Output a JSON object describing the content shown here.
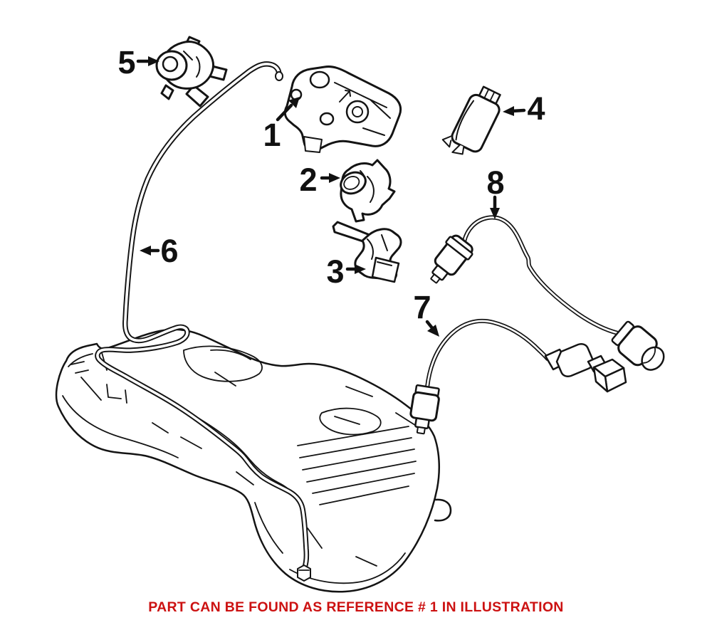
{
  "page": {
    "background": "#ffffff"
  },
  "caption": {
    "text": "PART CAN BE FOUND AS REFERENCE # 1 IN ILLUSTRATION",
    "color": "#CC1111"
  },
  "diagram": {
    "type": "auto-parts-line-illustration",
    "colors": {
      "line": "#141414",
      "label": "#111111",
      "background": "#ffffff"
    },
    "callouts": [
      {
        "label": "1"
      },
      {
        "label": "2"
      },
      {
        "label": "3"
      },
      {
        "label": "4"
      },
      {
        "label": "5"
      },
      {
        "label": "6"
      },
      {
        "label": "7"
      },
      {
        "label": "8"
      }
    ]
  }
}
